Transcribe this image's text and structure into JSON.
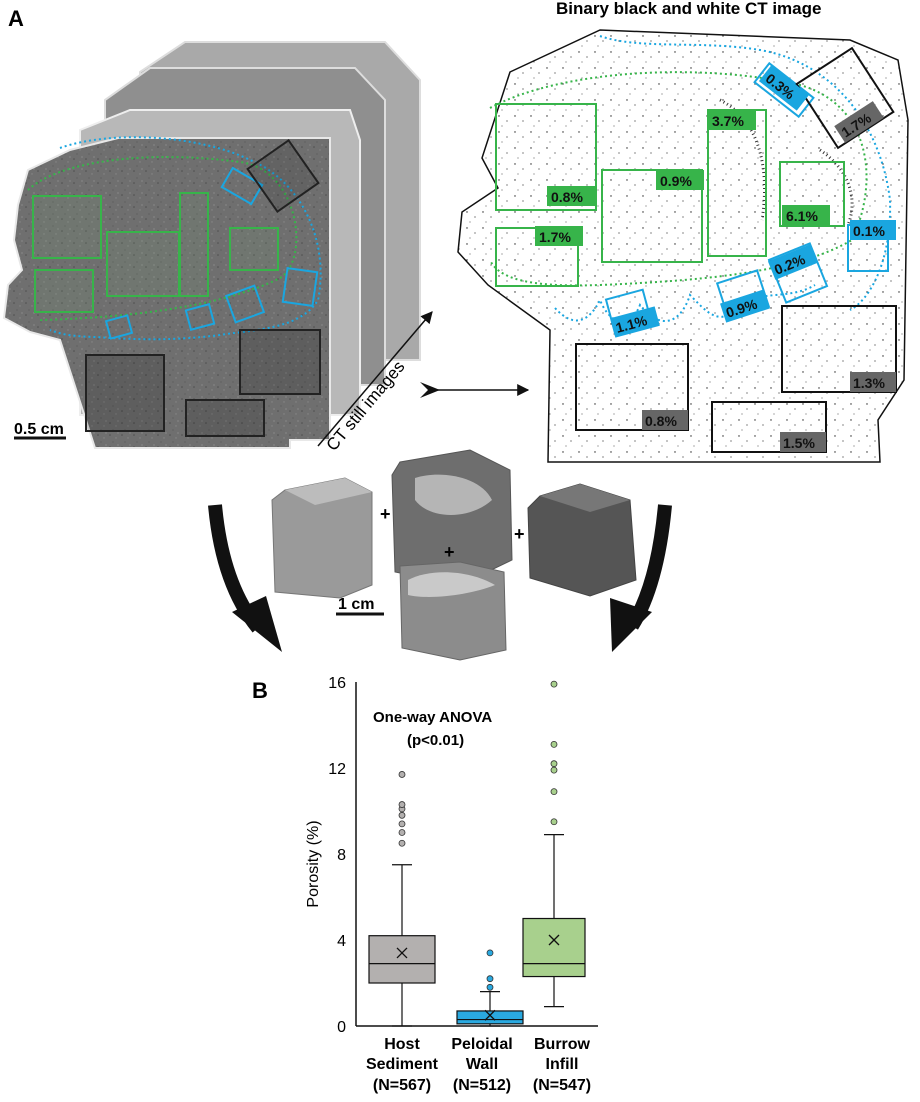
{
  "panel_a": {
    "label": "A",
    "binary_title": "Binary black and white CT image",
    "ct_caption": "CT still images",
    "scale_top": "0.5 cm",
    "scale_mid": "1 cm",
    "plus": "+",
    "boxes": {
      "green": [
        "0.8%",
        "1.7%",
        "0.9%",
        "3.7%",
        "6.1%"
      ],
      "blue": [
        "0.3%",
        "0.1%",
        "0.2%",
        "0.9%",
        "1.1%"
      ],
      "dark": [
        "1.7%",
        "0.8%",
        "1.3%",
        "1.5%"
      ]
    }
  },
  "panel_b": {
    "label": "B",
    "annotation_line1": "One-way ANOVA",
    "annotation_line2": "(p<0.01)",
    "ylabel": "Porosity (%)"
  },
  "colors": {
    "green": "#37b44a",
    "blue": "#1aa6e0",
    "gray_box": "#b3b0af",
    "blue_box": "#2aa9e0",
    "green_box": "#a8d08d"
  },
  "chart_data": {
    "type": "box",
    "ylim": [
      0,
      16
    ],
    "yticks": [
      "0",
      "4",
      "8",
      "12",
      "16"
    ],
    "ylabel": "Porosity (%)",
    "groups": [
      {
        "l1": "Host",
        "l2": "Sediment",
        "n": "(N=567)",
        "min": 0.0,
        "q1": 2.0,
        "median": 2.9,
        "q3": 4.2,
        "max": 7.5,
        "mean": 3.4,
        "outliers": [
          8.5,
          9.0,
          9.4,
          9.8,
          10.1,
          10.3,
          11.7
        ]
      },
      {
        "l1": "Peloidal",
        "l2": "Wall",
        "n": "(N=512)",
        "min": 0.0,
        "q1": 0.1,
        "median": 0.3,
        "q3": 0.7,
        "max": 1.6,
        "mean": 0.5,
        "outliers": [
          1.8,
          2.2,
          3.4
        ]
      },
      {
        "l1": "Burrow",
        "l2": "Infill",
        "n": "(N=547)",
        "min": 0.9,
        "q1": 2.3,
        "median": 2.9,
        "q3": 5.0,
        "max": 8.9,
        "mean": 4.0,
        "outliers": [
          9.5,
          10.9,
          11.9,
          12.2,
          13.1,
          15.9
        ]
      }
    ]
  }
}
